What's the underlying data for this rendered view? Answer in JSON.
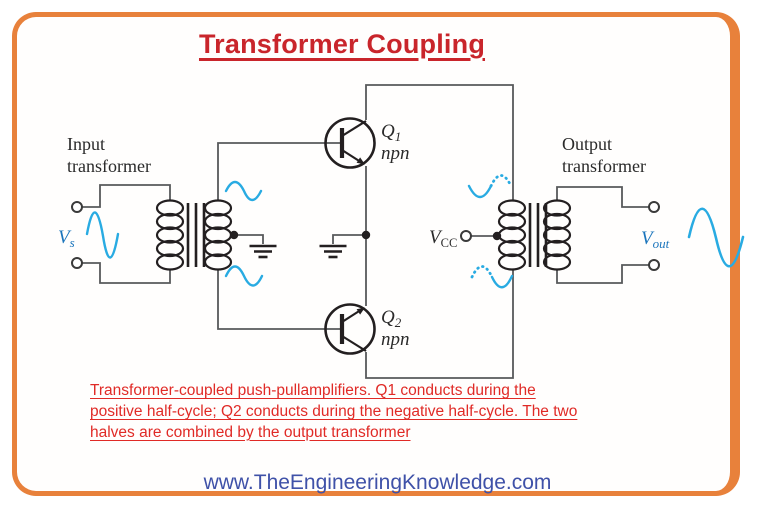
{
  "title": "Transformer Coupling",
  "diagram": {
    "input_label": {
      "line1": "Input",
      "line2": "transformer"
    },
    "output_label": {
      "line1": "Output",
      "line2": "transformer"
    },
    "q1": {
      "base": "Q",
      "sub": "1",
      "type": "npn"
    },
    "q2": {
      "base": "Q",
      "sub": "2",
      "type": "npn"
    },
    "vs": {
      "base": "V",
      "sub": "s"
    },
    "vcc": {
      "base": "V",
      "sub": "CC"
    },
    "vout": {
      "base": "V",
      "sub": "out"
    },
    "colors": {
      "border_orange": "#E8813B",
      "title_red": "#C9252B",
      "caption_red": "#E02A26",
      "footer_blue": "#3F51A8",
      "wave_cyan": "#29ABE2",
      "label_blue": "#1B75BC",
      "wire_gray": "#58595B",
      "component_black": "#231F20"
    }
  },
  "caption": {
    "lines": [
      "Transformer-coupled push-pullamplifiers. Q1 conducts during the",
      "positive half-cycle; Q2 conducts during the negative half-cycle. The two",
      "halves are combined by the output transformer"
    ]
  },
  "footer": "www.TheEngineeringKnowledge.com"
}
